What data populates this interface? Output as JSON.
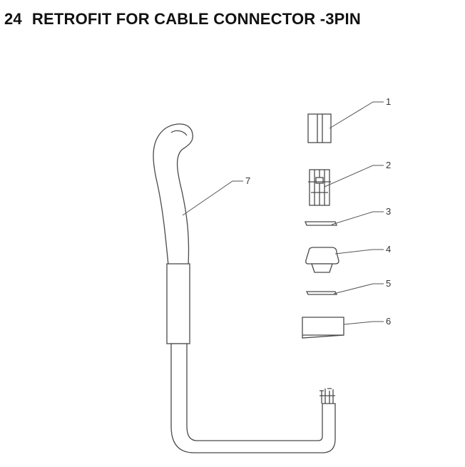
{
  "header": {
    "number": "24",
    "title": "RETROFIT FOR CABLE CONNECTOR -3PIN"
  },
  "callouts": [
    {
      "id": "1"
    },
    {
      "id": "2"
    },
    {
      "id": "3"
    },
    {
      "id": "4"
    },
    {
      "id": "5"
    },
    {
      "id": "6"
    },
    {
      "id": "7"
    }
  ]
}
